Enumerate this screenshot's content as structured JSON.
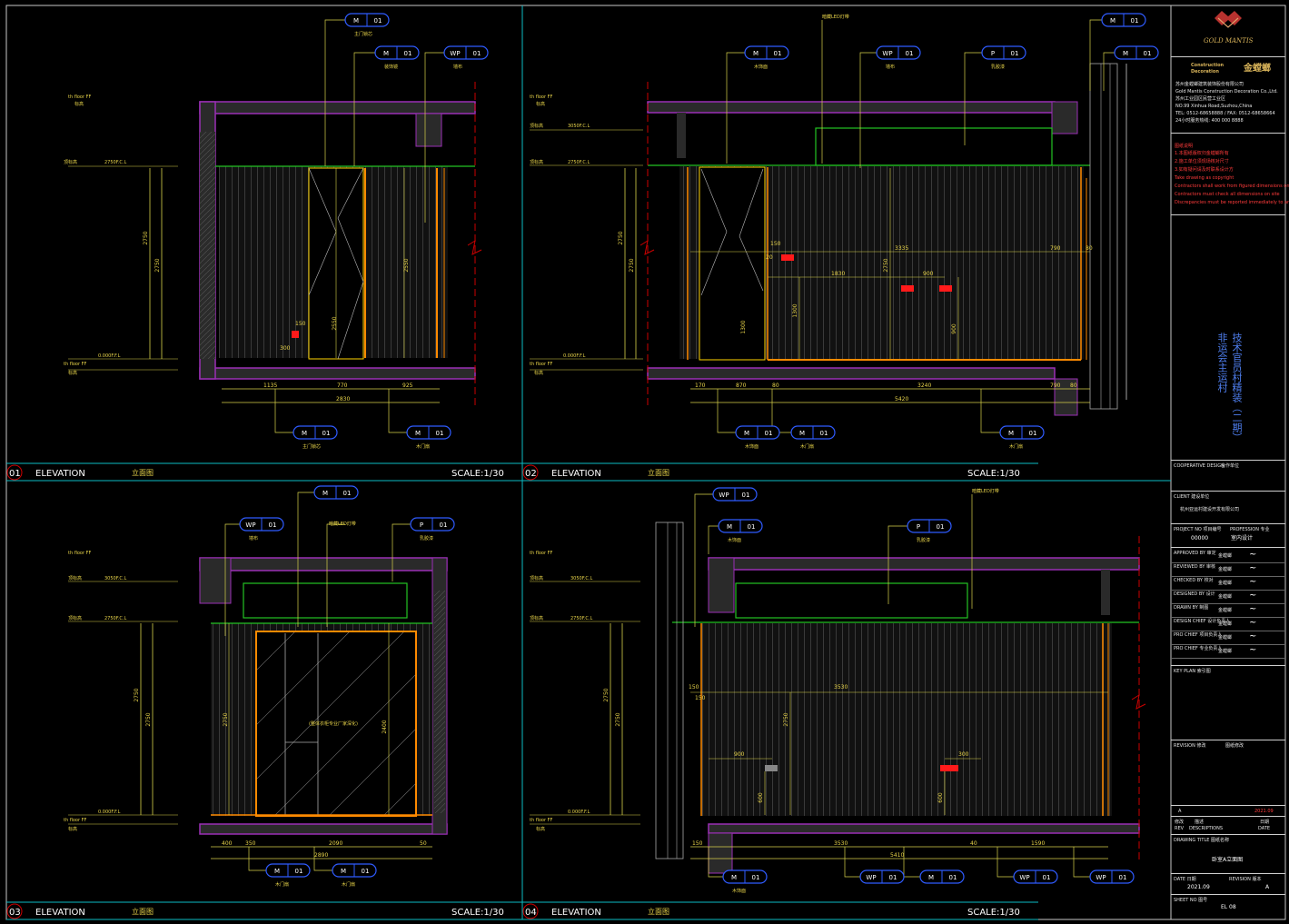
{
  "views": [
    {
      "number": "01",
      "title_en": "ELEVATION",
      "title_cn": "立面图",
      "scale": "SCALE:1/30"
    },
    {
      "number": "02",
      "title_en": "ELEVATION",
      "title_cn": "立面图",
      "scale": "SCALE:1/30"
    },
    {
      "number": "03",
      "title_en": "ELEVATION",
      "title_cn": "立面图",
      "scale": "SCALE:1/30"
    },
    {
      "number": "04",
      "title_en": "ELEVATION",
      "title_cn": "立面图",
      "scale": "SCALE:1/30"
    }
  ],
  "tags": {
    "m01": [
      "M",
      "01"
    ],
    "wp01": [
      "WP",
      "01"
    ],
    "p01": [
      "P",
      "01"
    ]
  },
  "tag_notes": {
    "door_lock": "主门锁芯",
    "mirror": "装饰镜",
    "fabric": "墙布",
    "paint": "乳胶漆",
    "light": "暗藏LED灯带",
    "wood": "木饰面",
    "door": "木门扇"
  },
  "levels": {
    "floor_up": "th floor FF",
    "floor_dn": "th floor FF",
    "ceiling1": "2750F.C.L",
    "ceiling2": "3050F.C.L",
    "ffl": "0.000F.F.L",
    "note_level": "标高",
    "note_ceiling": "顶标高"
  },
  "dims": {
    "v1_bottom": [
      "1135",
      "770",
      "925"
    ],
    "v1_total": "2830",
    "v1_height": "2750",
    "v1_door": "2550",
    "v1_small": [
      "150",
      "300"
    ],
    "v2_bottom": [
      "170",
      "870",
      "80",
      "3240",
      "790",
      "80"
    ],
    "v2_total": "5420",
    "v2_top": [
      "3335",
      "790",
      "80",
      "150",
      "20",
      "1830",
      "900"
    ],
    "v2_height": "2750",
    "v2_bed": "1300",
    "v2_h2": "900",
    "v3_bottom": [
      "400",
      "350",
      "2090",
      "50"
    ],
    "v3_total": "2890",
    "v3_height": "2750",
    "v3_door": "2400",
    "v3_text": "(整体衣柜专业厂家深化)",
    "v4_bottom": [
      "150",
      "3530",
      "40",
      "1590"
    ],
    "v4_total": "5410",
    "v4_top": [
      "3530",
      "150",
      "150"
    ],
    "v4_height": "2750",
    "v4_sub": [
      "900",
      "300",
      "600"
    ]
  },
  "title_block": {
    "company_en1": "Construction",
    "company_en2": "Decoration",
    "company_cn": "金螳螂",
    "brand": "GOLD MANTIS",
    "addr": [
      "苏州金螳螂建筑装饰股份有限公司",
      "Gold Mantis Construction Decoration Co.,Ltd.",
      "苏州工业园区民营工业区",
      "NO.99 Xinhua Road,Suzhou,China",
      "TEL: 0512-68658888 / FAX: 0512-68658664",
      "24小时服务热线: 400 000 8888"
    ],
    "notes_title": "图纸说明",
    "notes": [
      "1.本图纸版权归金螳螂所有",
      "2.施工单位须现场核对尺寸",
      "3.如有疑问请及时联系设计方",
      "Take drawing as copyright",
      "Contractors shall work from figured dimensions only",
      "Contractors must check all dimensions on site",
      "Discrepancies must be reported immediately to architects"
    ],
    "project_vertical": "非运会主运村",
    "project_vertical2": "技术官员村精装（二期）",
    "coop": "COOPERATIVE DESIGN",
    "coop_val": "合作单位",
    "client": "CLIENT 建设单位",
    "client_val": "杭州亚运村建设开发有限公司",
    "project_no": "PROJECT NO 项目编号",
    "project_no_val": "00000",
    "profession": "PROFESSION 专业",
    "profession_val": "室内设计",
    "roles": [
      {
        "role": "APPROVED BY 审定",
        "name": "金螳螂"
      },
      {
        "role": "REVIEWED BY 审核",
        "name": "金螳螂"
      },
      {
        "role": "CHECKED BY 校对",
        "name": "金螳螂"
      },
      {
        "role": "DESIGNED BY 设计",
        "name": "金螳螂"
      },
      {
        "role": "DRAWN BY 制图",
        "name": "金螳螂"
      },
      {
        "role": "DESIGN CHIEF 设计负责人",
        "name": "金螳螂"
      },
      {
        "role": "PRO CHIEF 项目负责人",
        "name": "金螳螂"
      },
      {
        "role": "PRO CHIEF 专业负责人",
        "name": "金螳螂"
      }
    ],
    "keyplan": "KEY PLAN 索引图",
    "revision": "REVISION 修改",
    "revision_val": "图纸修改",
    "rev_letter": "A",
    "rev_date": "2021.09",
    "rev_head": [
      "修改",
      "描述",
      "日期"
    ],
    "rev_head_en": [
      "REV",
      "DESCRIPTIONS",
      "DATE"
    ],
    "drawing_title": "DRAWING TITLE 图纸名称",
    "drawing_title_val": "卧室A立面图",
    "date_label": "DATE 日期",
    "date_val": "2021.09",
    "revision_no": "REVISION 版本",
    "revision_no_val": "A",
    "sheet_label": "SHEET NO 图号",
    "sheet_val": "EL 08"
  },
  "colors": {
    "wall": "#9a2fb5",
    "dim": "#d8d24a",
    "frame": "#ffd400",
    "door": "#ff8a00",
    "green": "#23c323",
    "cut": "#cc0000",
    "tag": "#2f5bff",
    "panel": "#2a2a2a"
  }
}
